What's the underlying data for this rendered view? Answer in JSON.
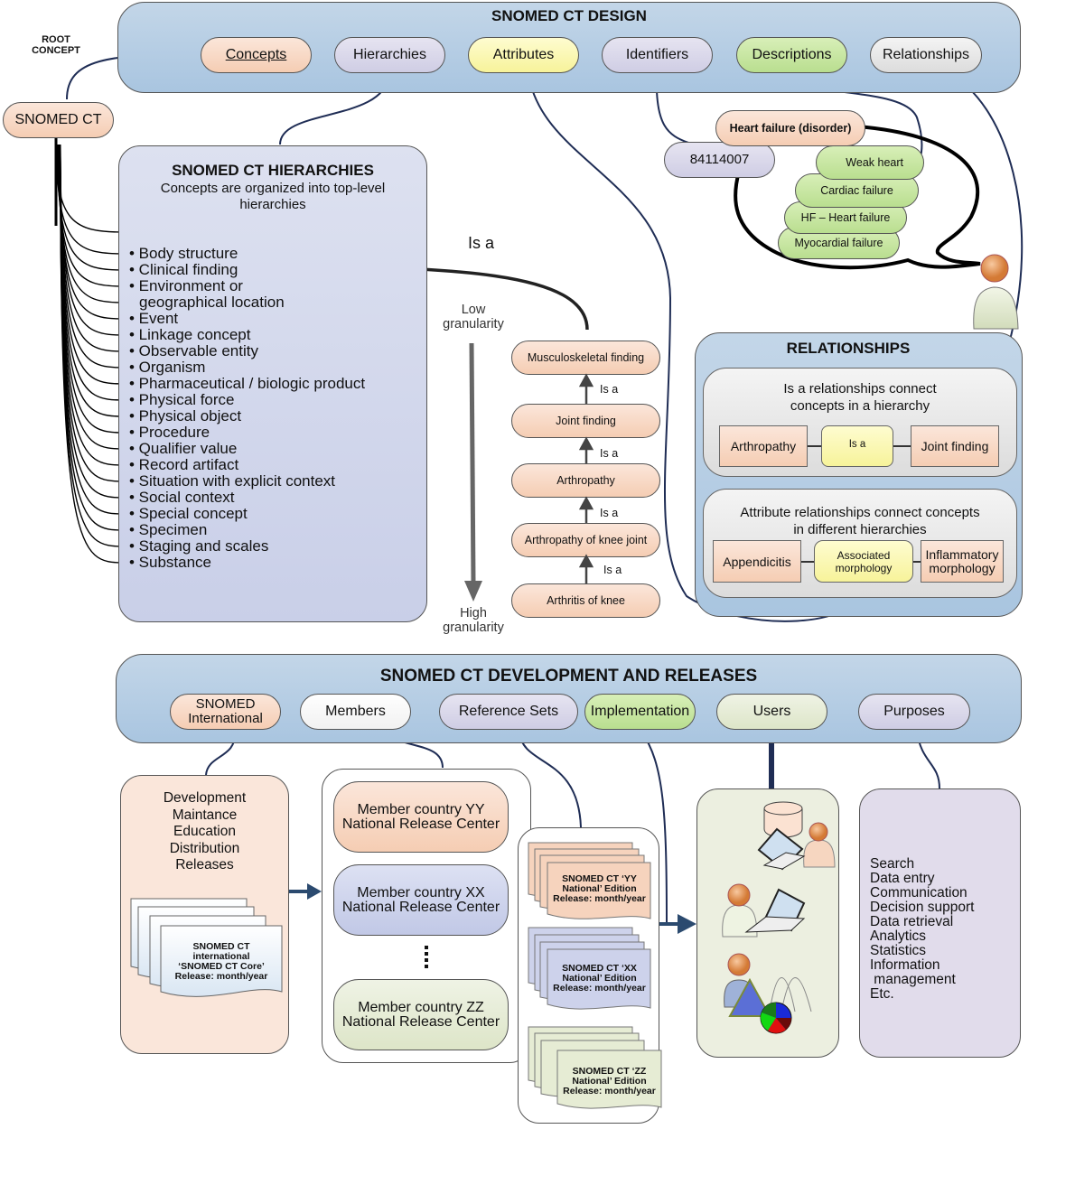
{
  "root": {
    "root_label": "ROOT\nCONCEPT",
    "root_label_line1": "ROOT",
    "root_label_line2": "CONCEPT",
    "node": "SNOMED CT"
  },
  "design": {
    "title": "SNOMED CT DESIGN",
    "pills": [
      {
        "label": "Concepts",
        "color": "#f8dac6"
      },
      {
        "label": "Hierarchies",
        "color": "#d9d8eb"
      },
      {
        "label": "Attributes",
        "color": "#faf7b5"
      },
      {
        "label": "Identifiers",
        "color": "#dedbec"
      },
      {
        "label": "Descriptions",
        "color": "#c6e5a3"
      },
      {
        "label": "Relationships",
        "color": "#e8e8e8"
      }
    ]
  },
  "hierarchies": {
    "title": "SNOMED CT HIERARCHIES",
    "subtitle_line1": "Concepts are organized into top-level",
    "subtitle_line2": "hierarchies",
    "items": [
      "• Body structure",
      "• Clinical finding",
      "• Environment or",
      "geographical location",
      "• Event",
      "• Linkage concept",
      "• Observable entity",
      "• Organism",
      "• Pharmaceutical / biologic product",
      "• Physical force",
      "• Physical object",
      "• Procedure",
      "• Qualifier value",
      "• Record artifact",
      "• Situation with explicit context",
      "• Social context",
      "• Special concept",
      "• Specimen",
      "• Staging and scales",
      "• Substance"
    ]
  },
  "isa_chain": {
    "heading": "Is a",
    "low_line1": "Low",
    "low_line2": "granularity",
    "high_line1": "High",
    "high_line2": "granularity",
    "nodes": [
      "Musculoskeletal finding",
      "Joint finding",
      "Arthropathy",
      "Arthropathy of knee joint",
      "Arthritis of knee"
    ],
    "edge_label": "Is a"
  },
  "descriptions_example": {
    "concept": "Heart failure (disorder)",
    "identifier": "84114007",
    "synonyms": [
      "Weak heart",
      "Cardiac failure",
      "HF – Heart failure",
      "Myocardial failure"
    ]
  },
  "relationships": {
    "title": "RELATIONSHIPS",
    "isa_panel": {
      "text_line1": "Is a  relationships connect",
      "text_line2": "concepts in a hierarchy",
      "source": "Arthropathy",
      "relation": "Is a",
      "target": "Joint finding"
    },
    "attr_panel": {
      "text_line1": "Attribute relationships connect concepts",
      "text_line2": "in different hierarchies",
      "source": "Appendicitis",
      "relation_line1": "Associated",
      "relation_line2": "morphology",
      "target_line1": "Inflammatory",
      "target_line2": "morphology"
    }
  },
  "development": {
    "title": "SNOMED CT DEVELOPMENT AND RELEASES",
    "pills": [
      {
        "label_line1": "SNOMED",
        "label_line2": "International"
      },
      {
        "label_line1": "Members",
        "label_line2": ""
      },
      {
        "label_line1": "Reference Sets",
        "label_line2": ""
      },
      {
        "label_line1": "Implementation",
        "label_line2": ""
      },
      {
        "label_line1": "Users",
        "label_line2": ""
      },
      {
        "label_line1": "Purposes",
        "label_line2": ""
      }
    ],
    "international_box": {
      "activities": [
        "Development",
        "Maintance",
        "Education",
        "Distribution",
        "Releases"
      ],
      "doc_lines": [
        "SNOMED CT",
        "international",
        "‘SNOMED CT Core’",
        "Release: month/year"
      ]
    },
    "members": [
      {
        "line1": "Member country YY",
        "line2": "National Release Center"
      },
      {
        "line1": "Member country XX",
        "line2": "National Release Center"
      },
      {
        "line1": "Member country ZZ",
        "line2": "National Release Center"
      }
    ],
    "editions": [
      {
        "lines": [
          "SNOMED CT ‘YY",
          "National’ Edition",
          "Release: month/year"
        ]
      },
      {
        "lines": [
          "SNOMED CT ‘XX",
          "National’ Edition",
          "Release: month/year"
        ]
      },
      {
        "lines": [
          "SNOMED CT ‘ZZ",
          "National’ Edition",
          "Release: month/year"
        ]
      }
    ],
    "user_icons": [
      "database-laptop-user-icon",
      "user-laptop-icon",
      "user-analytics-icon"
    ],
    "purposes": [
      "Search",
      "Data entry",
      "Communication",
      "Decision support",
      "Data retrieval",
      "Analytics",
      "Statistics",
      "Information",
      " management",
      "Etc."
    ]
  }
}
